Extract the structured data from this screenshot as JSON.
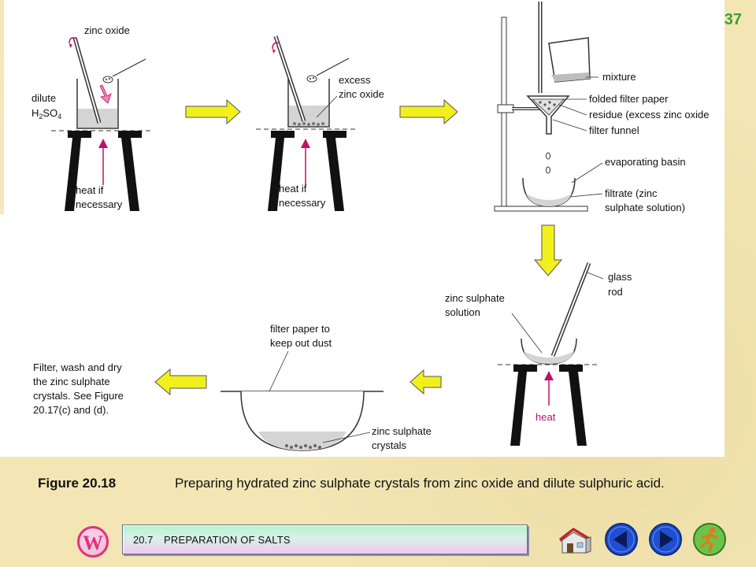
{
  "page_number": "37",
  "labels": {
    "zinc_oxide": "zinc oxide",
    "dilute": "dilute",
    "h2so4_h": "H",
    "h2so4_2": "2",
    "h2so4_so": "SO",
    "h2so4_4": "4",
    "heat_if_1": "heat if",
    "heat_if_2": "necessary",
    "excess_1": "excess",
    "excess_2": "zinc oxide",
    "mixture": "mixture",
    "folded_filter_paper": "folded filter paper",
    "residue": "residue (excess zinc oxide",
    "filter_funnel": "filter funnel",
    "evaporating_basin": "evaporating basin",
    "filtrate_1": "filtrate (zinc",
    "filtrate_2": "sulphate solution)",
    "glass_rod_1": "glass",
    "glass_rod_2": "rod",
    "zs_solution_1": "zinc sulphate",
    "zs_solution_2": "solution",
    "heat": "heat",
    "filter_paper_1": "filter paper to",
    "filter_paper_2": "keep out dust",
    "zs_crystals_1": "zinc sulphate",
    "zs_crystals_2": "crystals",
    "filter_wash_1": "Filter, wash and dry",
    "filter_wash_2": "the zinc sulphate",
    "filter_wash_3": "crystals. See Figure",
    "filter_wash_4": "20.17(c) and (d)."
  },
  "caption": {
    "label": "Figure 20.18",
    "text": "Preparing hydrated zinc sulphate crystals from zinc oxide and dilute sulphuric acid."
  },
  "footer": {
    "logo_letter": "W",
    "section_number": "20.7",
    "section_title": "PREPARATION OF SALTS"
  },
  "colors": {
    "background": "#f3e6b4",
    "page_number": "#3aa02f",
    "arrow_yellow": "#f2f01c",
    "heat_arrow": "#c0106a",
    "nav_blue": "#1f4fd0"
  }
}
